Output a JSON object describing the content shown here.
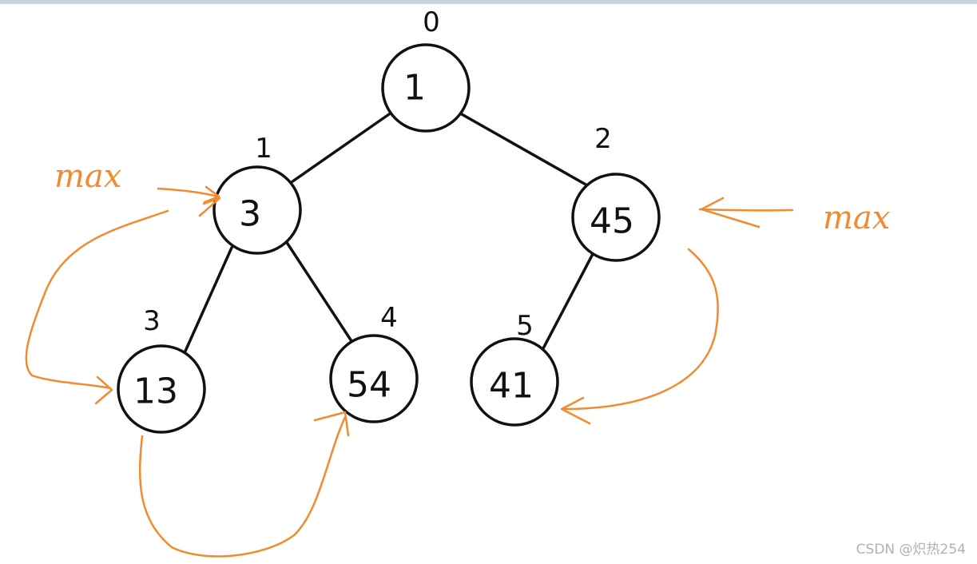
{
  "tree": {
    "nodes": [
      {
        "id": "node-0",
        "index": "0",
        "value": "1"
      },
      {
        "id": "node-1",
        "index": "1",
        "value": "3"
      },
      {
        "id": "node-2",
        "index": "2",
        "value": "45"
      },
      {
        "id": "node-3",
        "index": "3",
        "value": "13"
      },
      {
        "id": "node-4",
        "index": "4",
        "value": "54"
      },
      {
        "id": "node-5",
        "index": "5",
        "value": "41"
      }
    ]
  },
  "annotations": {
    "left_label": "max",
    "right_label": "max",
    "color": "#f28a30"
  },
  "watermark": "CSDN @炽热254"
}
